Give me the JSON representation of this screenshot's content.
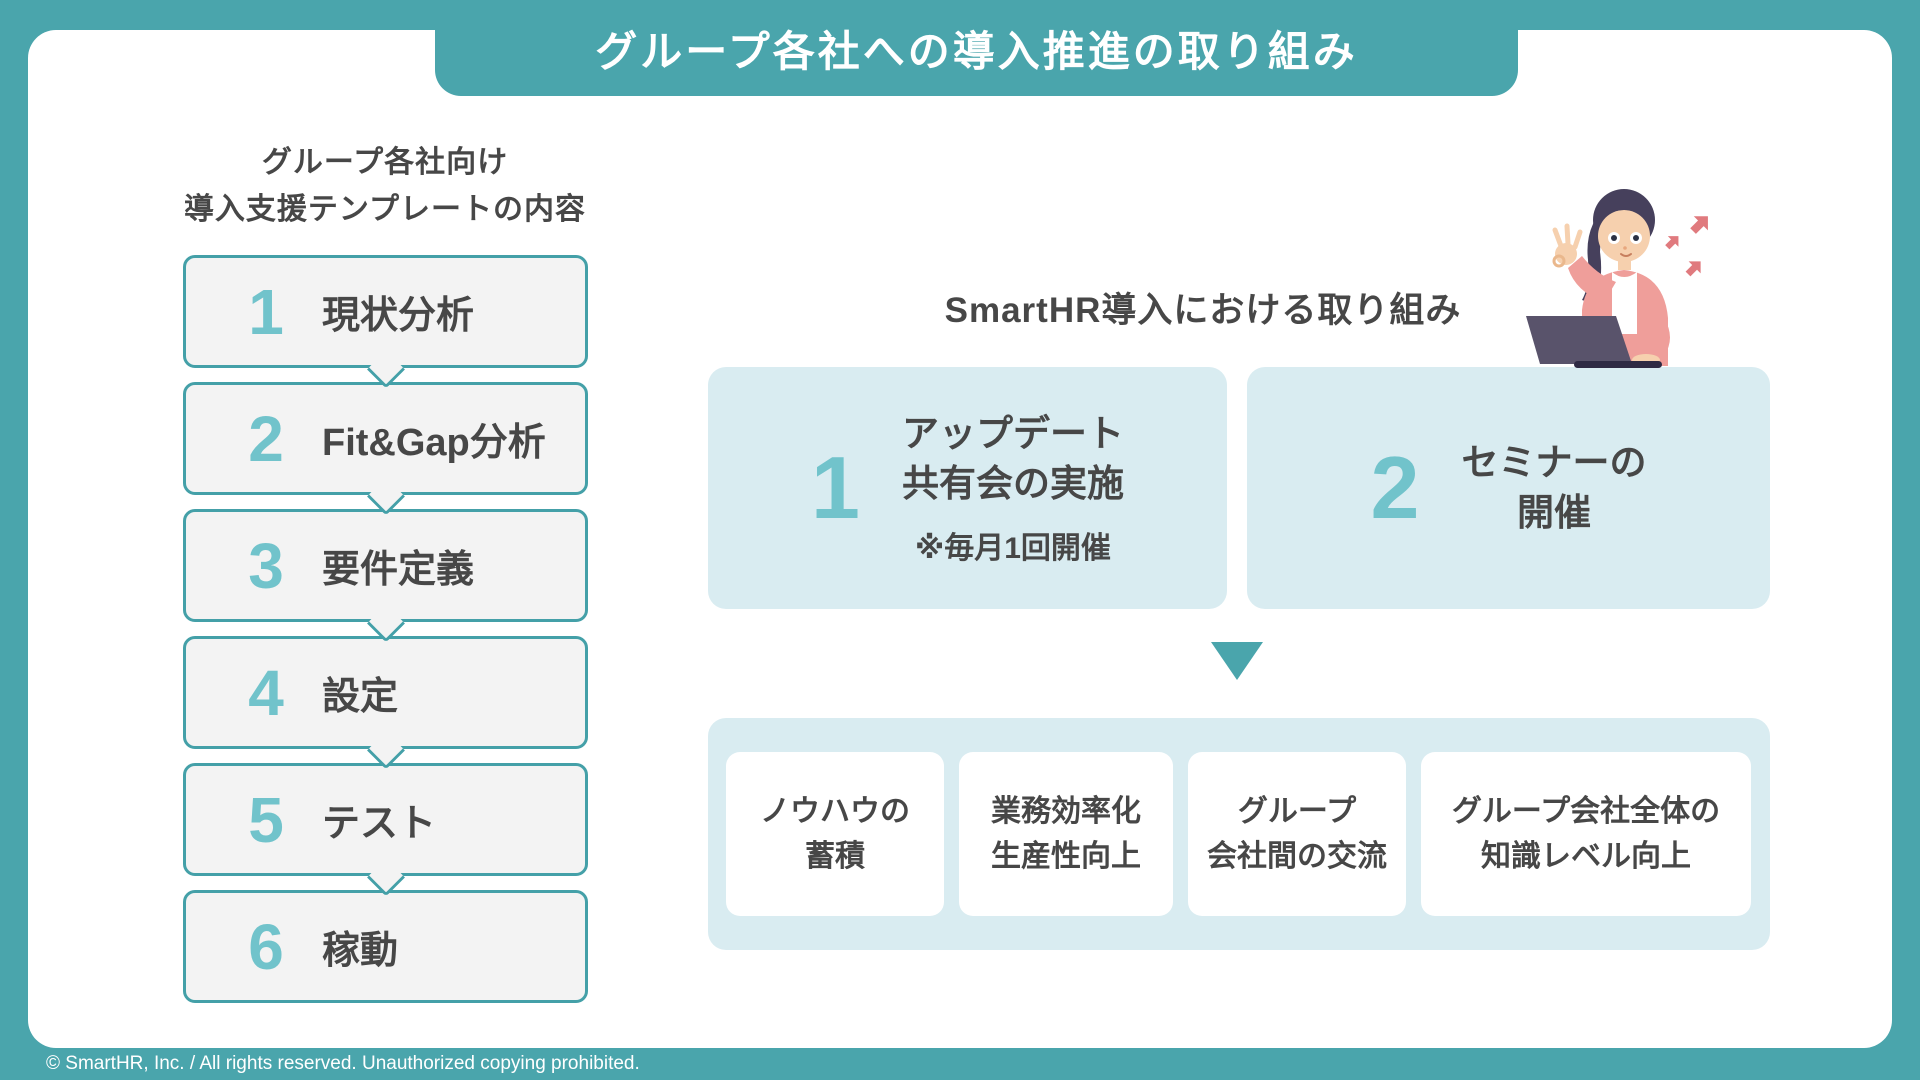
{
  "page": {
    "title": "グループ各社への導入推進の取り組み",
    "footer": "© SmartHR, Inc. / All rights reserved. Unauthorized copying prohibited."
  },
  "left_panel": {
    "heading_line1": "グループ各社向け",
    "heading_line2": "導入支援テンプレートの内容",
    "steps": [
      {
        "number": "1",
        "label": "現状分析"
      },
      {
        "number": "2",
        "label": "Fit&Gap分析"
      },
      {
        "number": "3",
        "label": "要件定義"
      },
      {
        "number": "4",
        "label": "設定"
      },
      {
        "number": "5",
        "label": "テスト"
      },
      {
        "number": "6",
        "label": "稼動"
      }
    ]
  },
  "right_panel": {
    "heading": "SmartHR導入における取り組み",
    "initiatives": [
      {
        "number": "1",
        "title_line1": "アップデート",
        "title_line2": "共有会の実施",
        "note": "※毎月1回開催"
      },
      {
        "number": "2",
        "title_line1": "セミナーの",
        "title_line2": "開催"
      }
    ],
    "outcomes": [
      {
        "line1": "ノウハウの",
        "line2": "蓄積"
      },
      {
        "line1": "業務効率化",
        "line2": "生産性向上"
      },
      {
        "line1": "グループ",
        "line2": "会社間の交流"
      },
      {
        "line1": "グループ会社全体の",
        "line2": "知識レベル向上"
      }
    ]
  },
  "colors": {
    "frame_teal": "#4aa5ac",
    "box_border_teal": "#44a0a8",
    "number_teal": "#71c3cb",
    "light_blue": "#d9ecf1",
    "step_gray": "#f3f3f3",
    "text_dark": "#474747"
  }
}
